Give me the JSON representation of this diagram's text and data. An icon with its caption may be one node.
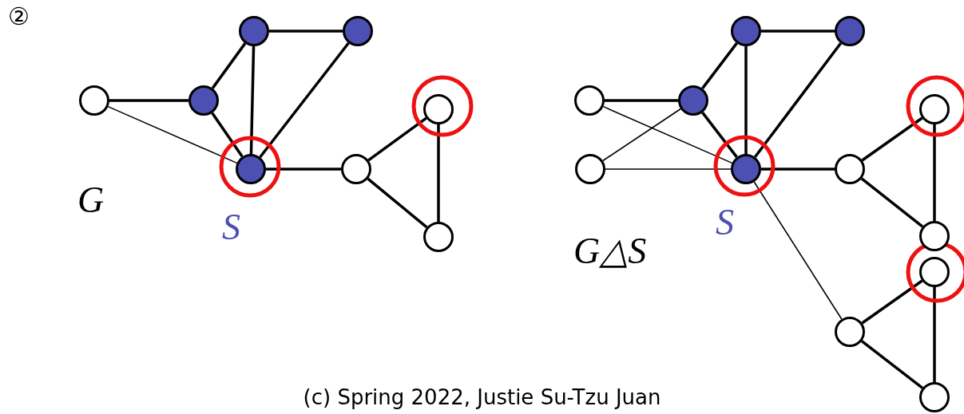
{
  "diagram": {
    "caption": "(c) Spring 2022, Justie Su-Tzu Juan",
    "nodes": [
      {
        "text": [],
        "shape": "circle"
      },
      {
        "text": [],
        "shape": "circle"
      },
      {
        "text": [],
        "shape": "circle"
      },
      {
        "text": [],
        "shape": "circle"
      },
      {
        "text": [],
        "shape": "circle"
      },
      {
        "text": [],
        "shape": "circle"
      },
      {
        "text": [],
        "shape": "circle"
      },
      {
        "text": [],
        "shape": "circle"
      },
      {
        "text": [],
        "shape": "circle"
      },
      {
        "text": [],
        "shape": "circle"
      },
      {
        "text": [],
        "shape": "circle"
      },
      {
        "text": [],
        "shape": "circle"
      },
      {
        "text": [],
        "shape": "circle"
      },
      {
        "text": [],
        "shape": "circle"
      },
      {
        "text": [],
        "shape": "circle"
      },
      {
        "text": [],
        "shape": "circle"
      },
      {
        "text": [],
        "shape": "circle"
      },
      {
        "text": [],
        "shape": "circle"
      },
      {
        "text": [],
        "shape": "circle"
      },
      {
        "text": [],
        "shape": "circle"
      }
    ],
    "edges": [
      {
        "from": 0,
        "to": 1,
        "arrow": "none"
      },
      {
        "from": 0,
        "to": 4,
        "arrow": "none"
      },
      {
        "from": 1,
        "to": 2,
        "arrow": "none"
      },
      {
        "from": 1,
        "to": 4,
        "arrow": "none"
      },
      {
        "from": 2,
        "to": 4,
        "arrow": "none"
      },
      {
        "from": 2,
        "to": 3,
        "arrow": "none"
      },
      {
        "from": 3,
        "to": 4,
        "arrow": "none"
      },
      {
        "from": 4,
        "to": 5,
        "arrow": "none"
      },
      {
        "from": 5,
        "to": 6,
        "arrow": "none"
      },
      {
        "from": 5,
        "to": 7,
        "arrow": "none"
      },
      {
        "from": 6,
        "to": 7,
        "arrow": "none"
      },
      {
        "from": 8,
        "to": 10,
        "arrow": "none"
      },
      {
        "from": 8,
        "to": 13,
        "arrow": "none"
      },
      {
        "from": 9,
        "to": 10,
        "arrow": "none"
      },
      {
        "from": 9,
        "to": 13,
        "arrow": "none"
      },
      {
        "from": 10,
        "to": 11,
        "arrow": "none"
      },
      {
        "from": 10,
        "to": 13,
        "arrow": "none"
      },
      {
        "from": 11,
        "to": 13,
        "arrow": "none"
      },
      {
        "from": 11,
        "to": 12,
        "arrow": "none"
      },
      {
        "from": 12,
        "to": 13,
        "arrow": "none"
      },
      {
        "from": 13,
        "to": 14,
        "arrow": "none"
      },
      {
        "from": 13,
        "to": 18,
        "arrow": "none"
      },
      {
        "from": 14,
        "to": 15,
        "arrow": "none"
      },
      {
        "from": 14,
        "to": 16,
        "arrow": "none"
      },
      {
        "from": 15,
        "to": 16,
        "arrow": "none"
      },
      {
        "from": 18,
        "to": 17,
        "arrow": "none"
      },
      {
        "from": 18,
        "to": 19,
        "arrow": "none"
      },
      {
        "from": 17,
        "to": 19,
        "arrow": "none"
      }
    ],
    "labels": [
      "②",
      "G",
      "S",
      "G△S",
      "S"
    ]
  }
}
